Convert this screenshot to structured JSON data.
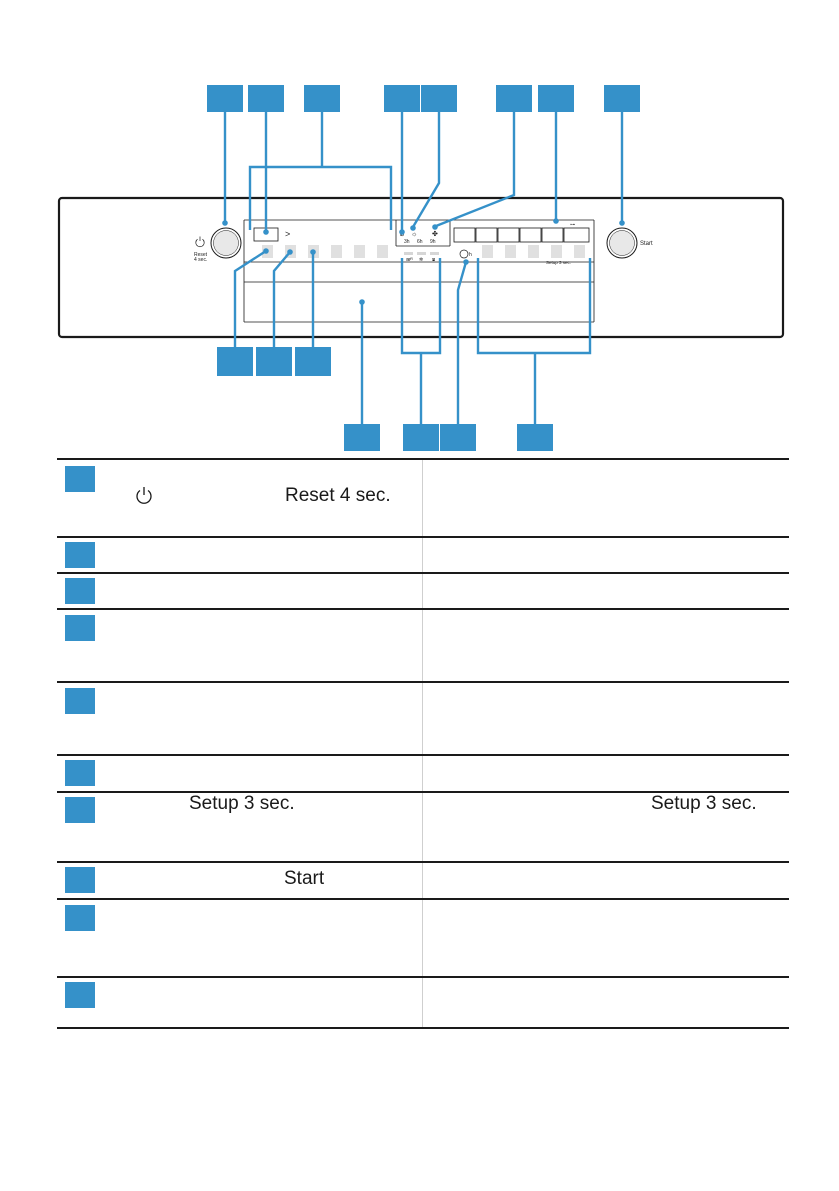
{
  "panel": {
    "reset_label_line1": "Reset",
    "reset_label_line2": "4 sec.",
    "start_label": "Start",
    "setup_label": "Setup 3 sec.",
    "arrow_symbol": ">",
    "key_symbol": "⊶",
    "timer_symbol": "h",
    "indicator_values": [
      "3h",
      "6h",
      "9h"
    ],
    "bottom_icon_labels": [
      "ᴂᴿ",
      "✲",
      "⧈"
    ]
  },
  "legend": {
    "rows": [
      {
        "left_text": "Reset 4 sec.",
        "has_power_icon": true,
        "right_text": ""
      },
      {
        "left_text": "",
        "right_text": ""
      },
      {
        "left_text": "",
        "right_text": ""
      },
      {
        "left_text": "",
        "right_text": ""
      },
      {
        "left_text": "",
        "right_text": ""
      },
      {
        "left_text": "",
        "right_text": ""
      },
      {
        "left_text": "Setup 3 sec.",
        "right_text": "Setup 3 sec."
      },
      {
        "left_text": "Start",
        "right_text": ""
      },
      {
        "left_text": "",
        "right_text": ""
      },
      {
        "left_text": "",
        "right_text": ""
      }
    ]
  },
  "colors": {
    "callout": "#3591c9",
    "line": "#1a1a1a"
  },
  "icons": [
    "power-icon",
    "clock-icon",
    "key-icon",
    "arrow-icon",
    "sun-icon",
    "fan-icon",
    "rinse-aid-icon",
    "salt-icon"
  ]
}
